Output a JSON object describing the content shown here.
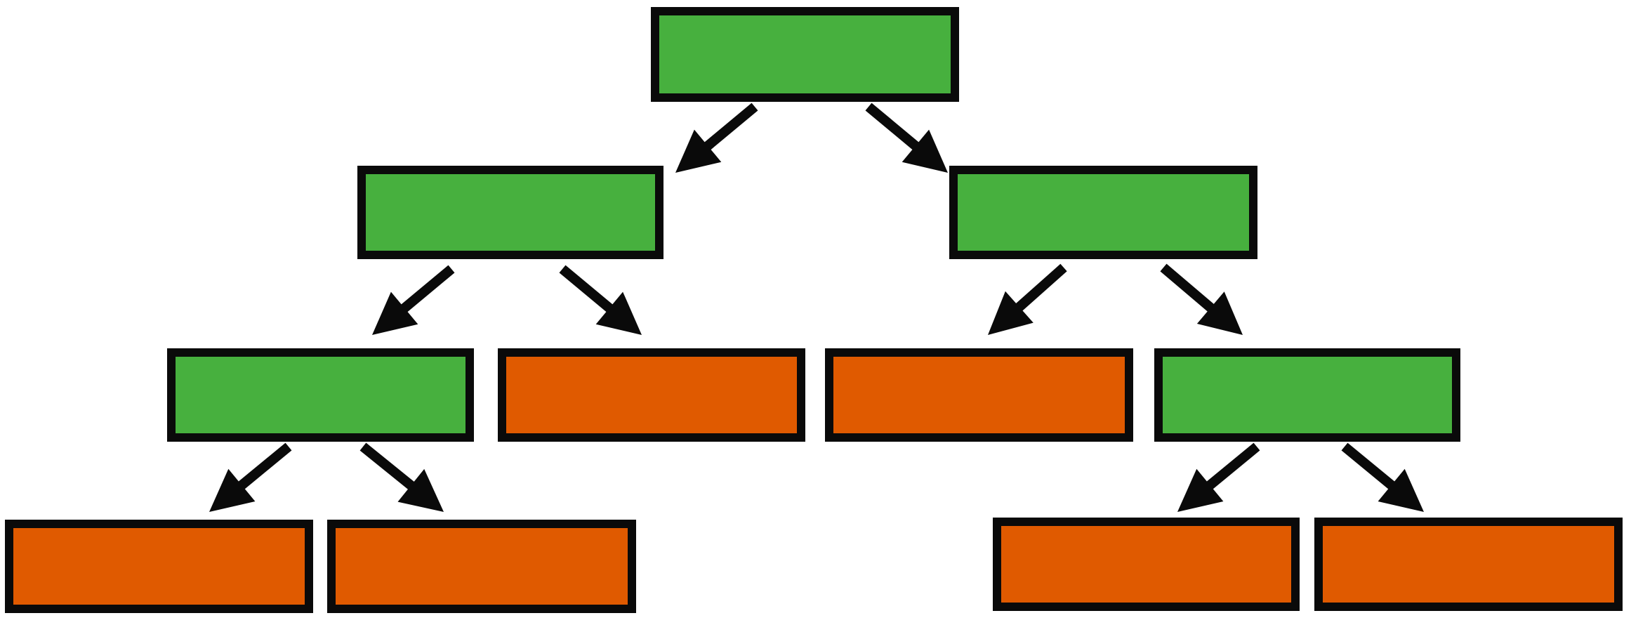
{
  "colors": {
    "internal": "#47b03e",
    "leaf": "#e05a00",
    "stroke": "#0a0a0a",
    "background": "#ffffff"
  },
  "nodes": [
    {
      "id": "n0",
      "kind": "internal",
      "level": 0
    },
    {
      "id": "n1",
      "kind": "internal",
      "level": 1
    },
    {
      "id": "n2",
      "kind": "internal",
      "level": 1
    },
    {
      "id": "n3",
      "kind": "internal",
      "level": 2
    },
    {
      "id": "n4",
      "kind": "leaf",
      "level": 2
    },
    {
      "id": "n5",
      "kind": "leaf",
      "level": 2
    },
    {
      "id": "n6",
      "kind": "internal",
      "level": 2
    },
    {
      "id": "n7",
      "kind": "leaf",
      "level": 3
    },
    {
      "id": "n8",
      "kind": "leaf",
      "level": 3
    },
    {
      "id": "n9",
      "kind": "leaf",
      "level": 3
    },
    {
      "id": "n10",
      "kind": "leaf",
      "level": 3
    }
  ],
  "edges": [
    {
      "from": "n0",
      "to": "n1"
    },
    {
      "from": "n0",
      "to": "n2"
    },
    {
      "from": "n1",
      "to": "n3"
    },
    {
      "from": "n1",
      "to": "n4"
    },
    {
      "from": "n2",
      "to": "n5"
    },
    {
      "from": "n2",
      "to": "n6"
    },
    {
      "from": "n3",
      "to": "n7"
    },
    {
      "from": "n3",
      "to": "n8"
    },
    {
      "from": "n6",
      "to": "n9"
    },
    {
      "from": "n6",
      "to": "n10"
    }
  ]
}
